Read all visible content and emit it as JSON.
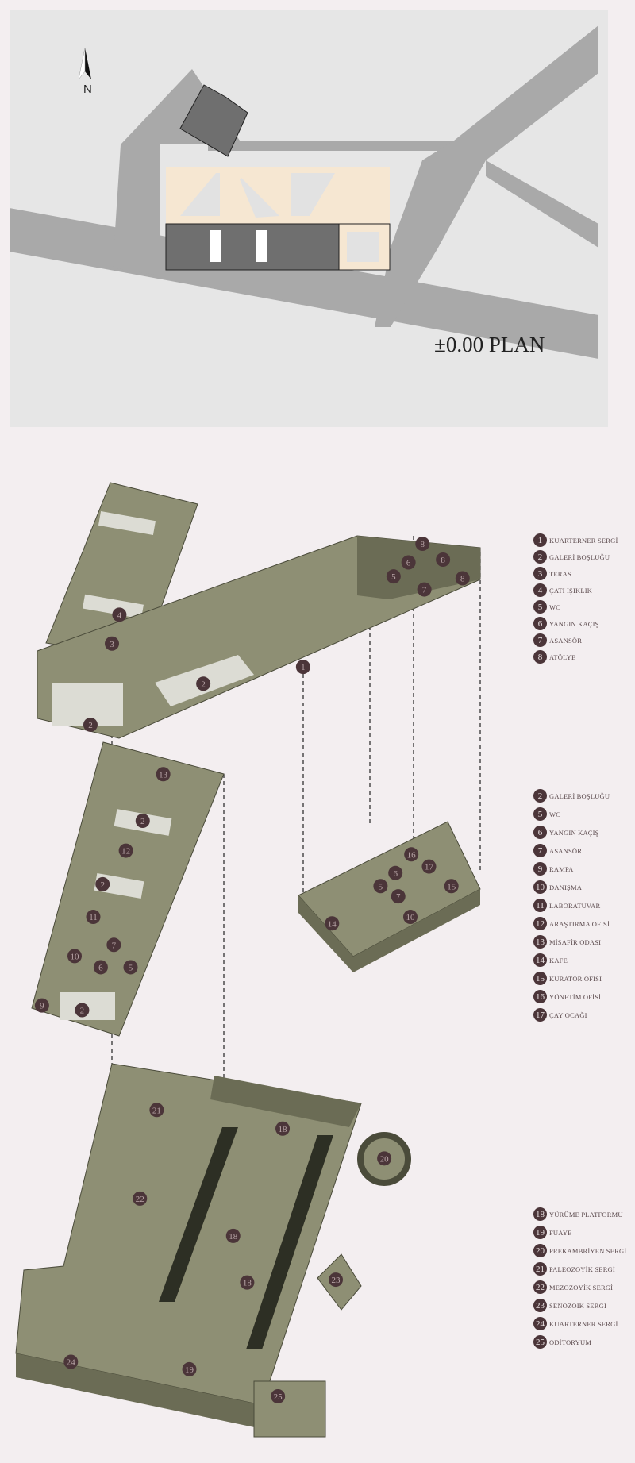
{
  "plan": {
    "title": "±0.00 PLAN",
    "north_label": "N",
    "colors": {
      "ground": "#e6e6e6",
      "road": "#a9a9a9",
      "terrace": "#f6e7d2",
      "building": "#6f6f6f"
    }
  },
  "diagram": {
    "colors": {
      "floor": "#8e8f74",
      "wall": "#6b6c55",
      "shadow": "#2d2f24",
      "void": "#dcdcd4",
      "marker": "#4b3539"
    },
    "upper_markers": [
      "4",
      "3",
      "2",
      "1",
      "2",
      "8",
      "6",
      "5",
      "7",
      "8",
      "8"
    ],
    "middle_markers": [
      "13",
      "2",
      "12",
      "2",
      "11",
      "7",
      "10",
      "6",
      "5",
      "9",
      "2"
    ],
    "block_markers": [
      "16",
      "17",
      "6",
      "5",
      "15",
      "7",
      "14",
      "10"
    ],
    "lower_markers": [
      "21",
      "18",
      "20",
      "22",
      "18",
      "18",
      "23",
      "24",
      "19",
      "25"
    ]
  },
  "legends": [
    {
      "items": [
        {
          "num": "1",
          "label": "KUARTERNER SERGİ"
        },
        {
          "num": "2",
          "label": "GALERİ BOŞLUĞU"
        },
        {
          "num": "3",
          "label": "TERAS"
        },
        {
          "num": "4",
          "label": "ÇATI IŞIKLIK"
        },
        {
          "num": "5",
          "label": "WC"
        },
        {
          "num": "6",
          "label": "YANGIN KAÇIŞ"
        },
        {
          "num": "7",
          "label": "ASANSÖR"
        },
        {
          "num": "8",
          "label": "ATÖLYE"
        }
      ]
    },
    {
      "items": [
        {
          "num": "2",
          "label": "GALERİ BOŞLUĞU"
        },
        {
          "num": "5",
          "label": "WC"
        },
        {
          "num": "6",
          "label": "YANGIN KAÇIŞ"
        },
        {
          "num": "7",
          "label": "ASANSÖR"
        },
        {
          "num": "9",
          "label": "RAMPA"
        },
        {
          "num": "10",
          "label": "DANIŞMA"
        },
        {
          "num": "11",
          "label": "LABORATUVAR"
        },
        {
          "num": "12",
          "label": "ARAŞTIRMA OFİSİ"
        },
        {
          "num": "13",
          "label": "MİSAFİR ODASI"
        },
        {
          "num": "14",
          "label": "KAFE"
        },
        {
          "num": "15",
          "label": "KÜRATÖR OFİSİ"
        },
        {
          "num": "16",
          "label": "YÖNETİM OFİSİ"
        },
        {
          "num": "17",
          "label": "ÇAY OCAĞI"
        }
      ]
    },
    {
      "items": [
        {
          "num": "18",
          "label": "YÜRÜME PLATFORMU"
        },
        {
          "num": "19",
          "label": "FUAYE"
        },
        {
          "num": "20",
          "label": "PREKAMBRİYEN SERGİ"
        },
        {
          "num": "21",
          "label": "PALEOZOYİK SERGİ"
        },
        {
          "num": "22",
          "label": "MEZOZOYİK SERGİ"
        },
        {
          "num": "23",
          "label": "SENOZOİK SERGİ"
        },
        {
          "num": "24",
          "label": "KUARTERNER SERGİ"
        },
        {
          "num": "25",
          "label": "ODİTORYUM"
        }
      ]
    }
  ]
}
